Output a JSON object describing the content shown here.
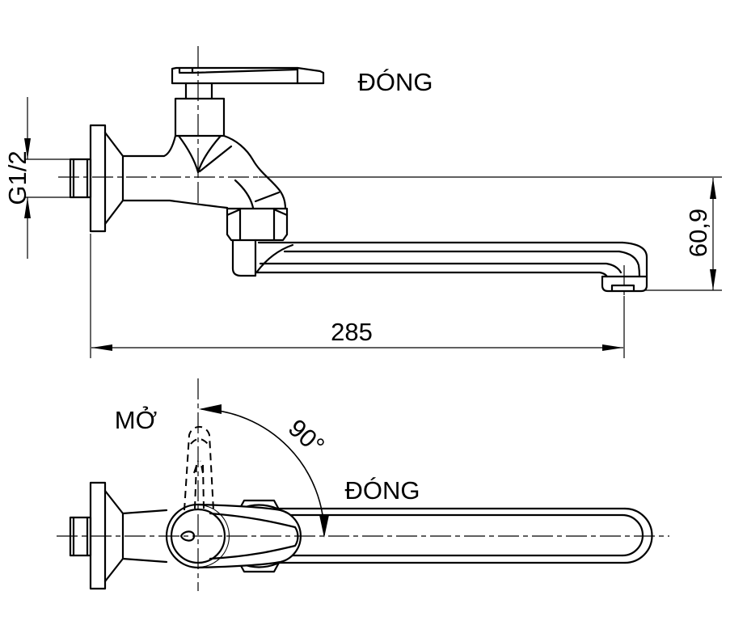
{
  "drawing": {
    "type": "technical-drawing",
    "subject": "wall-mounted swing-spout faucet, two orthographic views",
    "colors": {
      "line": "#000000",
      "background": "#ffffff"
    },
    "side_view": {
      "label_closed": "ĐÓNG",
      "dim_thread": "G1/2",
      "dim_height": "60,9",
      "dim_length": "285"
    },
    "plan_view": {
      "label_open": "MỞ",
      "label_closed": "ĐÓNG",
      "dim_angle": "90°"
    }
  }
}
